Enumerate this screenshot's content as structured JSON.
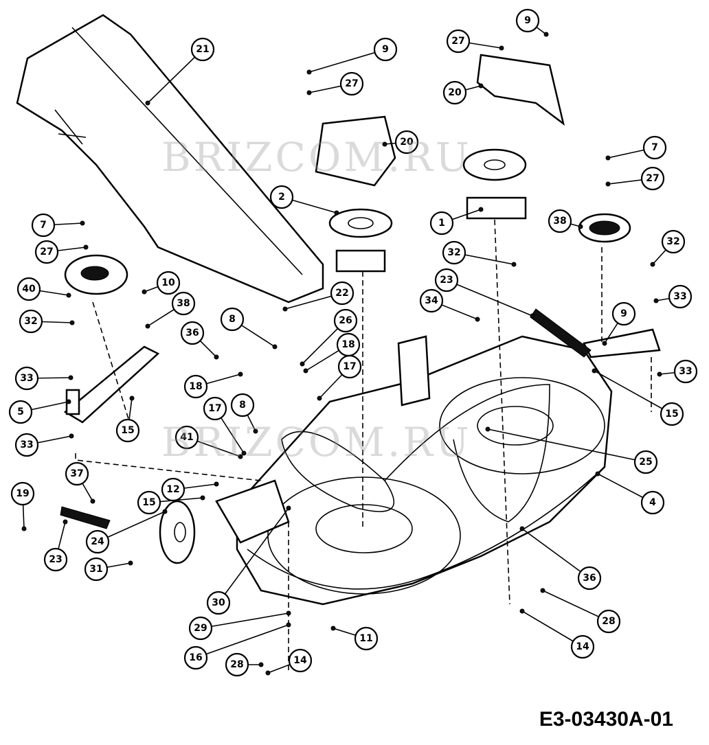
{
  "diagram": {
    "code": "E3-03430A-01",
    "watermark": "BRIZCOM.RU",
    "callouts": [
      "21",
      "9",
      "27",
      "20",
      "9",
      "27",
      "20",
      "7",
      "27",
      "2",
      "1",
      "38",
      "32",
      "33",
      "32",
      "23",
      "34",
      "7",
      "27",
      "40",
      "10",
      "38",
      "22",
      "32",
      "36",
      "8",
      "26",
      "18",
      "17",
      "9",
      "33",
      "18",
      "33",
      "5",
      "15",
      "15",
      "17",
      "8",
      "33",
      "41",
      "25",
      "37",
      "12",
      "4",
      "19",
      "15",
      "24",
      "23",
      "31",
      "36",
      "30",
      "28",
      "29",
      "11",
      "16",
      "14",
      "28",
      "14"
    ]
  }
}
